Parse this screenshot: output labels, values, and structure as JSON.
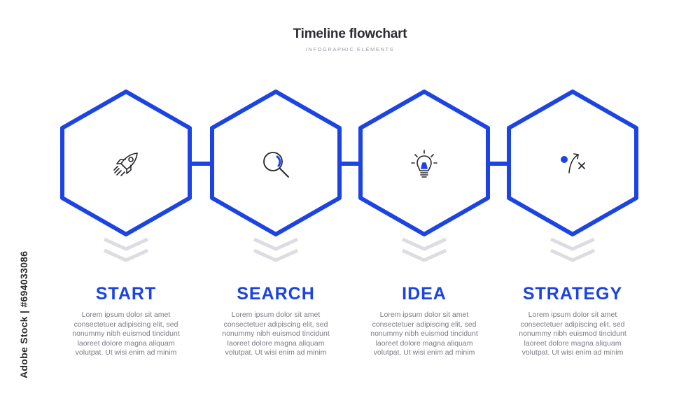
{
  "header": {
    "title": "Timeline flowchart",
    "subtitle": "INFOGRAPHIC ELEMENTS"
  },
  "accent_color": "#1c44e4",
  "steps": [
    {
      "title": "START",
      "icon": "rocket-icon",
      "description": "Lorem ipsum dolor sit amet consectetuer adipiscing elit, sed nonummy nibh euismod tincidunt laoreet dolore magna aliquam volutpat. Ut wisi enim ad minim"
    },
    {
      "title": "SEARCH",
      "icon": "magnifier-icon",
      "description": "Lorem ipsum dolor sit amet consectetuer adipiscing elit, sed nonummy nibh euismod tincidunt laoreet dolore magna aliquam volutpat. Ut wisi enim ad minim"
    },
    {
      "title": "IDEA",
      "icon": "lightbulb-icon",
      "description": "Lorem ipsum dolor sit amet consectetuer adipiscing elit, sed nonummy nibh euismod tincidunt laoreet dolore magna aliquam volutpat. Ut wisi enim ad minim"
    },
    {
      "title": "STRATEGY",
      "icon": "strategy-icon",
      "description": "Lorem ipsum dolor sit amet consectetuer adipiscing elit, sed nonummy nibh euismod tincidunt laoreet dolore magna aliquam volutpat. Ut wisi enim ad minim"
    }
  ],
  "watermark": {
    "side_label": "Adobe Stock | #694033086"
  }
}
